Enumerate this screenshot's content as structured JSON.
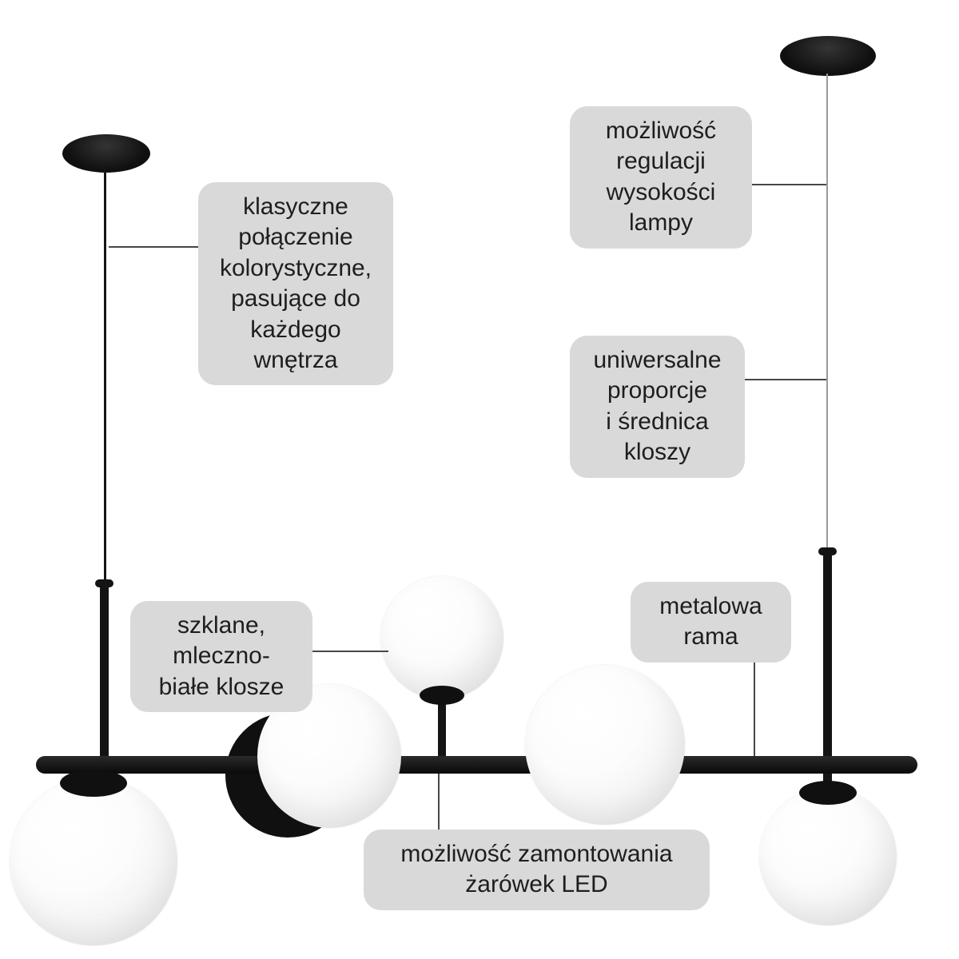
{
  "colors": {
    "background": "#ffffff",
    "callout_bg": "#d9d9d9",
    "callout_text": "#1e1e1e",
    "lamp_black": "#121212",
    "globe_white": "#fbfbfb",
    "connector": "#474747",
    "cable_thin": "#9a9a9a"
  },
  "lamp": {
    "globe_count": 5
  },
  "callouts": {
    "color_combination": {
      "lines": [
        "klasyczne",
        "połączenie",
        "kolorystyczne,",
        "pasujące do",
        "każdego",
        "wnętrza"
      ]
    },
    "height_adjustment": {
      "lines": [
        "możliwość",
        "regulacji",
        "wysokości",
        "lampy"
      ]
    },
    "universal_proportions": {
      "lines": [
        "uniwersalne",
        "proporcje",
        "i średnica",
        "kloszy"
      ]
    },
    "glass_shades": {
      "lines": [
        "szklane,",
        "mleczno-",
        "białe klosze"
      ]
    },
    "metal_frame": {
      "lines": [
        "metalowa",
        "rama"
      ]
    },
    "led_bulbs": {
      "lines": [
        "możliwość zamontowania",
        "żarówek LED"
      ]
    }
  }
}
